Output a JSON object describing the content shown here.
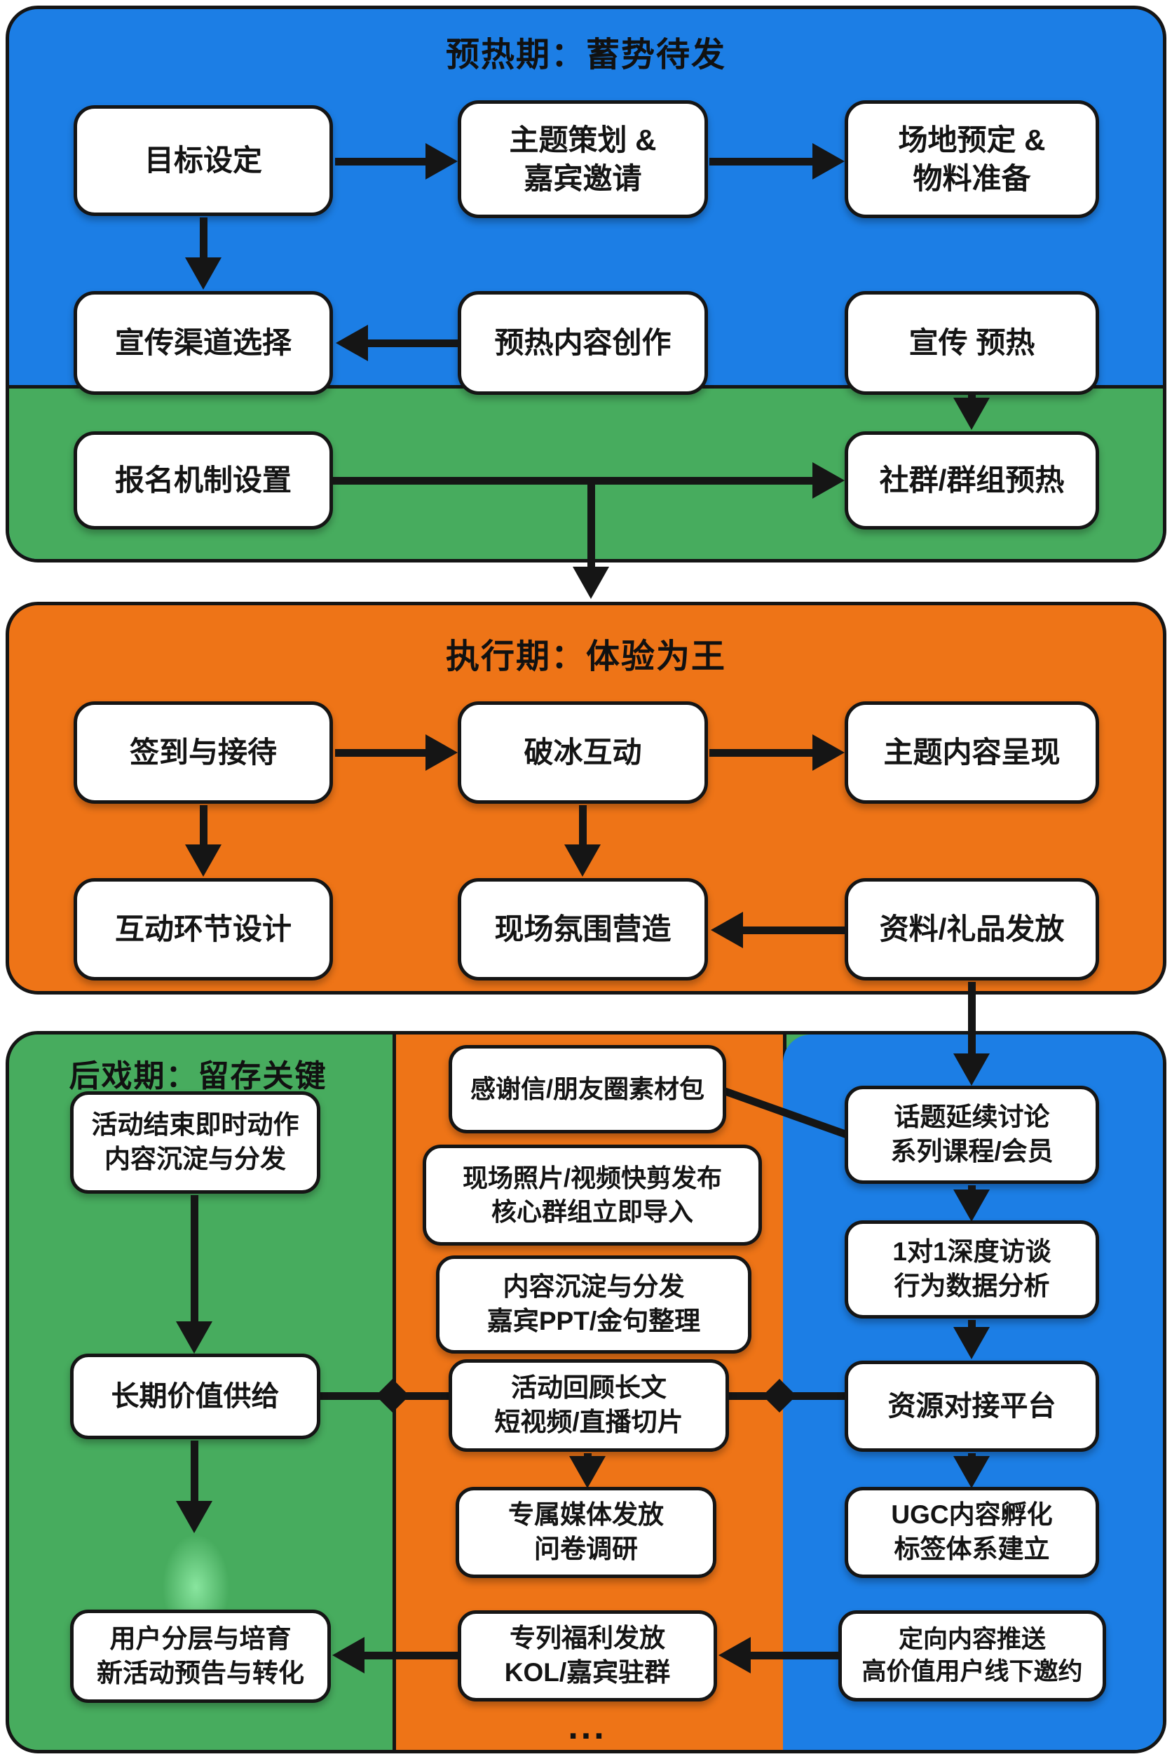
{
  "colors": {
    "phase_blue": "#1c7ee5",
    "phase_green": "#47ac5e",
    "phase_orange": "#ee7417",
    "box_background": "#ffffff",
    "line_black": "#151515"
  },
  "warmup": {
    "title": "预热期：蓄势待发",
    "goal": "目标设定",
    "theme_1": "主题策划 &",
    "theme_2": "嘉宾邀请",
    "venue_1": "场地预定 &",
    "venue_2": "物料准备",
    "channel": "宣传渠道选择",
    "content": "预热内容创作",
    "promo": "宣传 预热",
    "signup": "报名机制设置",
    "community": "社群/群组预热"
  },
  "execution": {
    "title": "执行期：体验为王",
    "checkin": "签到与接待",
    "icebreak": "破冰互动",
    "present": "主题内容呈现",
    "interaction": "互动环节设计",
    "atmosphere": "现场氛围营造",
    "gifts": "资料/礼品发放"
  },
  "post": {
    "title": "后戏期：留存关键",
    "g1_1": "活动结束即时动作",
    "g1_2": "内容沉淀与分发",
    "g2": "长期价值供给",
    "g3_1": "用户分层与培育",
    "g3_2": "新活动预告与转化",
    "m1": "感谢信/朋友圈素材包",
    "m2_1": "现场照片/视频快剪发布",
    "m2_2": "核心群组立即导入",
    "m3_1": "内容沉淀与分发",
    "m3_2": "嘉宾PPT/金句整理",
    "m4_1": "活动回顾长文",
    "m4_2": "短视频/直播切片",
    "m5_1": "专属媒体发放",
    "m5_2": "问卷调研",
    "m6_1": "专列福利发放",
    "m6_2": "KOL/嘉宾驻群",
    "ellipsis": "...",
    "b1_1": "话题延续讨论",
    "b1_2": "系列课程/会员",
    "b2_1": "1对1深度访谈",
    "b2_2": "行为数据分析",
    "b3": "资源对接平台",
    "b4_1": "UGC内容孵化",
    "b4_2": "标签体系建立",
    "b5_1": "定向内容推送",
    "b5_2": "高价值用户线下邀约"
  }
}
